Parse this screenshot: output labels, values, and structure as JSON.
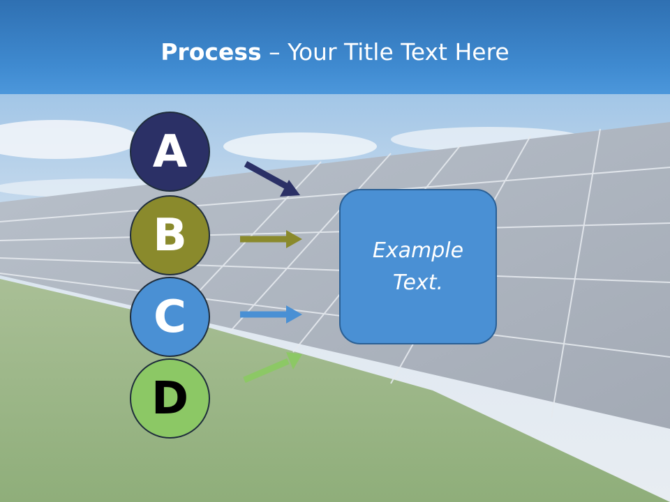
{
  "title": {
    "bold": "Process",
    "rest": " – Your Title Text Here"
  },
  "steps": [
    {
      "letter": "A",
      "color": "#2b3066",
      "text_color": "#ffffff",
      "arrow_color": "#2b3066"
    },
    {
      "letter": "B",
      "color": "#8a8a2c",
      "text_color": "#ffffff",
      "arrow_color": "#8a8a2c"
    },
    {
      "letter": "C",
      "color": "#4a90d4",
      "text_color": "#ffffff",
      "arrow_color": "#4a90d4"
    },
    {
      "letter": "D",
      "color": "#8cc865",
      "text_color": "#000000",
      "arrow_color": "#8cc865"
    }
  ],
  "box": {
    "text": "Example Text."
  },
  "background": {
    "sky": "#4c97db",
    "panels": "#9aa2ae",
    "grass": "#6f9a4e"
  }
}
